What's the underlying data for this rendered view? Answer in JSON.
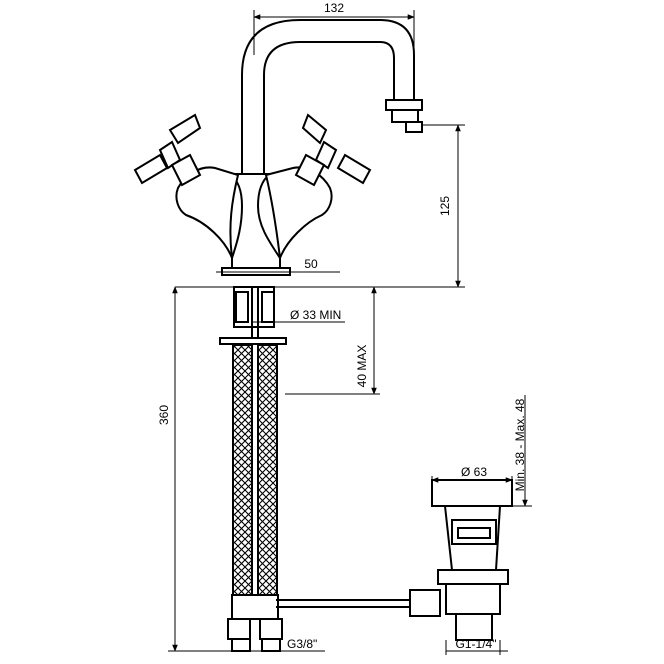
{
  "dimensions": {
    "spout_reach": "132",
    "spout_height": "125",
    "base_width": "50",
    "hole_diameter": "Ø 33 MIN",
    "deck_thickness": "40 MAX",
    "hose_length": "360",
    "hose_thread": "G3/8\"",
    "waste_diameter": "Ø 63",
    "waste_depth": "Min. 38 - Max. 48",
    "waste_thread": "G1-1/4\""
  }
}
